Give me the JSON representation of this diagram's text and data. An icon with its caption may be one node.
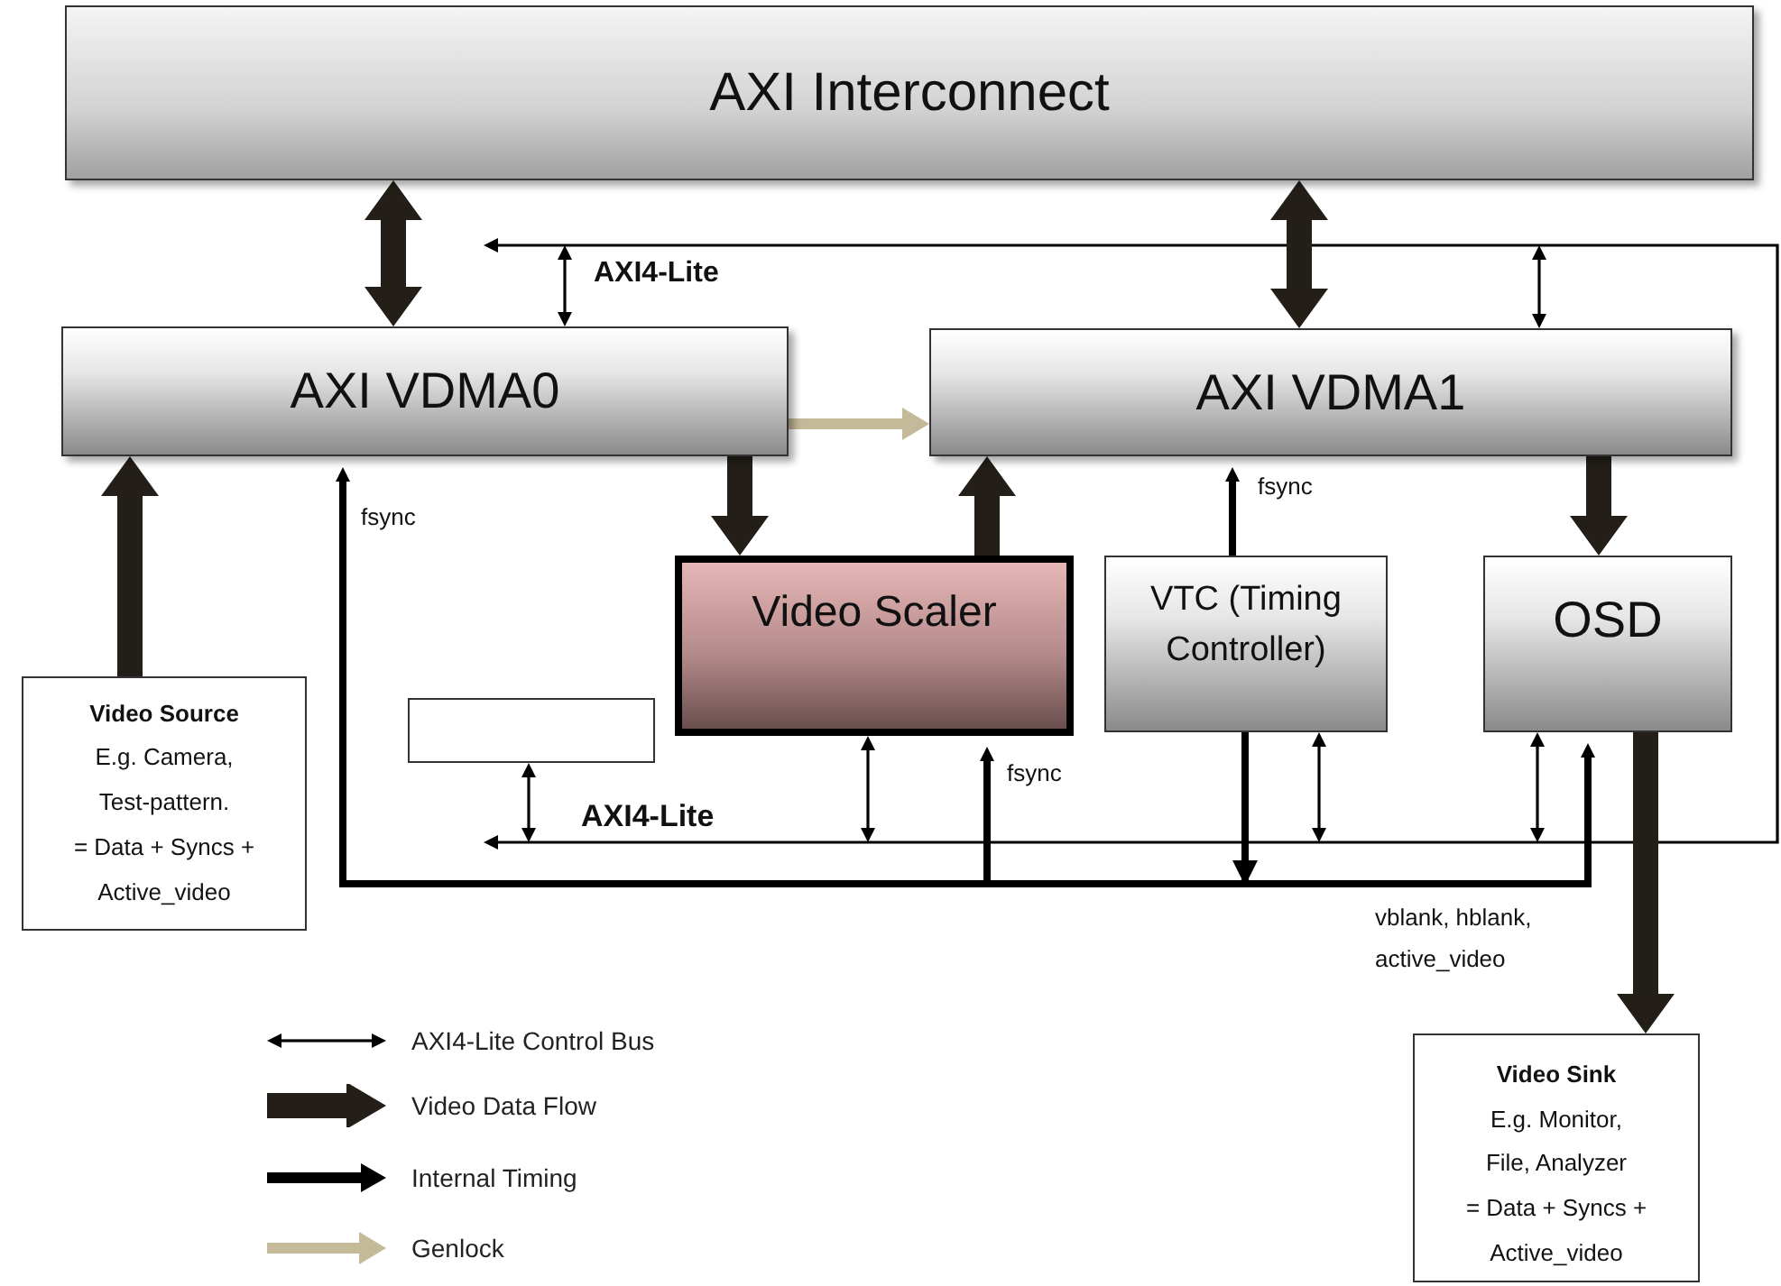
{
  "diagram": {
    "nodes": [
      {
        "text": [
          "AXI Interconnect"
        ]
      },
      {
        "text": [
          "AXI VDMA0"
        ]
      },
      {
        "text": [
          "AXI VDMA1"
        ]
      },
      {
        "text": [
          "Video Scaler"
        ]
      },
      {
        "text": [
          "VTC (Timing Controller)"
        ]
      },
      {
        "text": [
          "OSD"
        ]
      },
      {
        "text": [
          "Video Source",
          "E.g. Camera, Test-pattern.",
          "= Data + Syncs + Active_video"
        ]
      },
      {
        "text": [],
        "shape": "box"
      },
      {
        "text": [
          "Video Sink",
          "E.g. Monitor, File, Analyzer",
          "= Data + Syncs + Active_video"
        ]
      }
    ],
    "edges": [
      {
        "from": 0,
        "to": 1,
        "arrow": "both",
        "style": "thick"
      },
      {
        "from": 0,
        "to": 2,
        "arrow": "both",
        "style": "thick"
      },
      {
        "from": 6,
        "to": 1,
        "arrow": "to",
        "style": "thick"
      },
      {
        "from": 1,
        "to": 3,
        "arrow": "to",
        "style": "thick"
      },
      {
        "from": 3,
        "to": 2,
        "arrow": "to",
        "style": "thick"
      },
      {
        "from": 2,
        "to": 5,
        "arrow": "to",
        "style": "thick"
      },
      {
        "from": 5,
        "to": 8,
        "arrow": "to",
        "style": "thick"
      },
      {
        "from": 1,
        "to": 2,
        "arrow": "to",
        "color": "#c4b998"
      },
      {
        "from": null,
        "to": 1,
        "arrow": "both",
        "label": "AXI4-Lite"
      },
      {
        "from": null,
        "to": 2,
        "arrow": "both"
      },
      {
        "from": null,
        "to": 7,
        "arrow": "both",
        "label": "AXI4-Lite"
      },
      {
        "from": null,
        "to": 3,
        "arrow": "both"
      },
      {
        "from": null,
        "to": 4,
        "arrow": "both"
      },
      {
        "from": null,
        "to": 5,
        "arrow": "both"
      },
      {
        "from": 4,
        "to": 1,
        "arrow": "to",
        "label": "fsync"
      },
      {
        "from": 4,
        "to": 3,
        "arrow": "to",
        "label": "fsync"
      },
      {
        "from": 4,
        "to": 5,
        "arrow": "to",
        "label": "vblank, hblank, active_video"
      },
      {
        "from": 4,
        "to": 2,
        "arrow": "to",
        "label": "fsync"
      }
    ],
    "legend": [
      {
        "text": "AXI4-Lite Control Bus"
      },
      {
        "text": "Video Data Flow"
      },
      {
        "text": "Internal Timing"
      },
      {
        "text": "Genlock"
      }
    ]
  }
}
